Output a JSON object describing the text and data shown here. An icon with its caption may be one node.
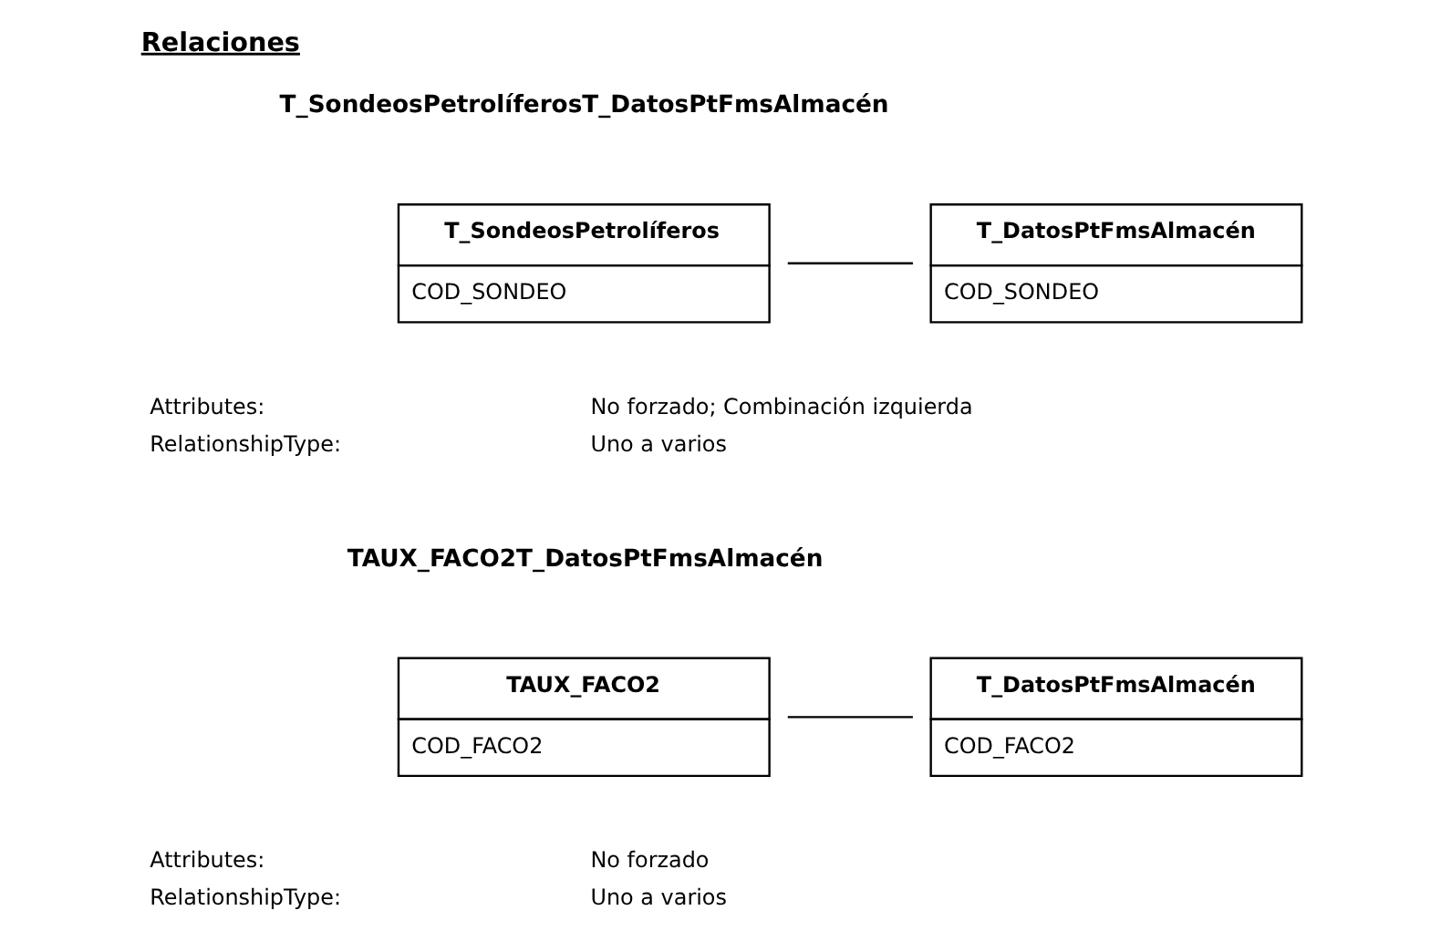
{
  "diagram": {
    "title": "Relaciones",
    "nodes": [
      {
        "text": [
          "T_SondeosPetrolíferos",
          "COD_SONDEO"
        ]
      },
      {
        "text": [
          "T_DatosPtFmsAlmacén",
          "COD_SONDEO"
        ]
      },
      {
        "text": [
          "TAUX_FACO2",
          "COD_FACO2"
        ]
      },
      {
        "text": [
          "T_DatosPtFmsAlmacén",
          "COD_FACO2"
        ]
      }
    ],
    "edges": [
      {
        "from": 0,
        "to": 1,
        "arrow": "none"
      },
      {
        "from": 2,
        "to": 3,
        "arrow": "none"
      }
    ],
    "labels": [
      "T_SondeosPetrolíferosT_DatosPtFmsAlmacén",
      "Attributes:",
      "No forzado; Combinación izquierda",
      "RelationshipType:",
      "Uno a varios",
      "TAUX_FACO2T_DatosPtFmsAlmacén",
      "Attributes:",
      "No forzado",
      "RelationshipType:",
      "Uno a varios"
    ]
  }
}
